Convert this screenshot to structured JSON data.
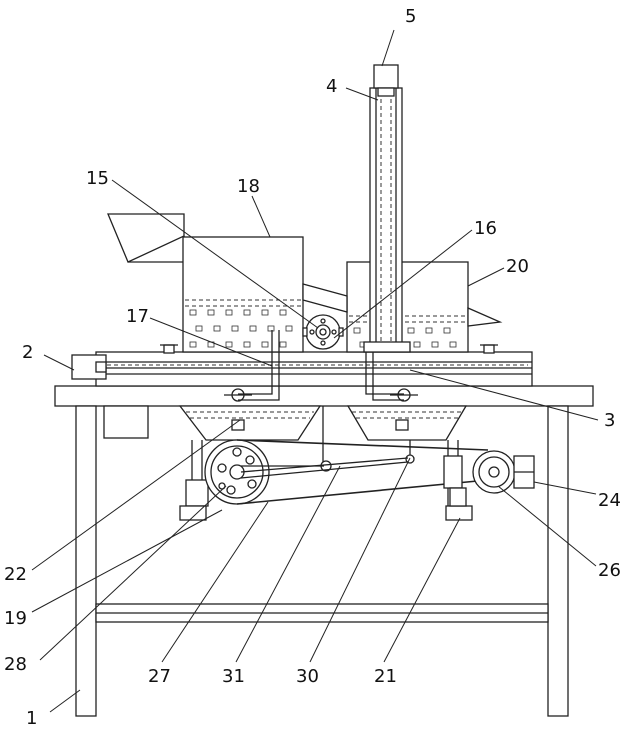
{
  "labels": {
    "l1": "1",
    "l2": "2",
    "l3": "3",
    "l4": "4",
    "l5": "5",
    "l15": "15",
    "l16": "16",
    "l17": "17",
    "l18": "18",
    "l19": "19",
    "l20": "20",
    "l21": "21",
    "l22": "22",
    "l24": "24",
    "l26": "26",
    "l27": "27",
    "l28": "28",
    "l30": "30",
    "l31": "31"
  }
}
